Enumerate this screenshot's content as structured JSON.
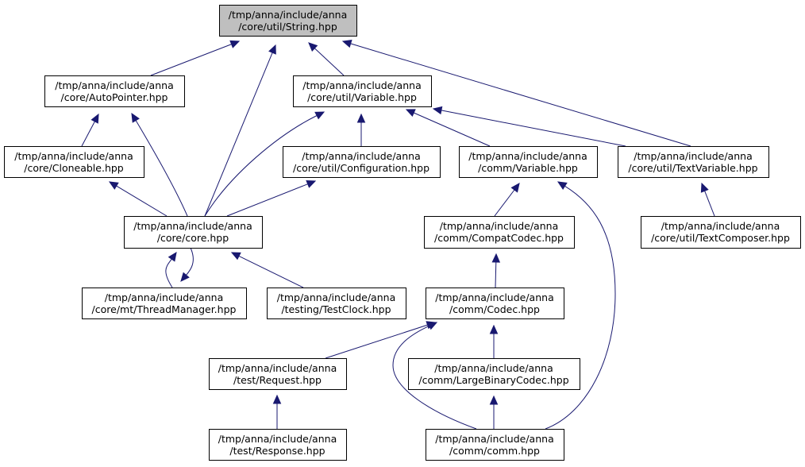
{
  "diagram": {
    "root": "string",
    "nodes": [
      {
        "id": "string",
        "line1": "/tmp/anna/include/anna",
        "line2": "/core/util/String.hpp"
      },
      {
        "id": "autopointer",
        "line1": "/tmp/anna/include/anna",
        "line2": "/core/AutoPointer.hpp"
      },
      {
        "id": "variable",
        "line1": "/tmp/anna/include/anna",
        "line2": "/core/util/Variable.hpp"
      },
      {
        "id": "cloneable",
        "line1": "/tmp/anna/include/anna",
        "line2": "/core/Cloneable.hpp"
      },
      {
        "id": "configuration",
        "line1": "/tmp/anna/include/anna",
        "line2": "/core/util/Configuration.hpp"
      },
      {
        "id": "commvariable",
        "line1": "/tmp/anna/include/anna",
        "line2": "/comm/Variable.hpp"
      },
      {
        "id": "textvariable",
        "line1": "/tmp/anna/include/anna",
        "line2": "/core/util/TextVariable.hpp"
      },
      {
        "id": "core",
        "line1": "/tmp/anna/include/anna",
        "line2": "/core/core.hpp"
      },
      {
        "id": "compatcodec",
        "line1": "/tmp/anna/include/anna",
        "line2": "/comm/CompatCodec.hpp"
      },
      {
        "id": "textcomposer",
        "line1": "/tmp/anna/include/anna",
        "line2": "/core/util/TextComposer.hpp"
      },
      {
        "id": "threadmanager",
        "line1": "/tmp/anna/include/anna",
        "line2": "/core/mt/ThreadManager.hpp"
      },
      {
        "id": "testclock",
        "line1": "/tmp/anna/include/anna",
        "line2": "/testing/TestClock.hpp"
      },
      {
        "id": "codec",
        "line1": "/tmp/anna/include/anna",
        "line2": "/comm/Codec.hpp"
      },
      {
        "id": "request",
        "line1": "/tmp/anna/include/anna",
        "line2": "/test/Request.hpp"
      },
      {
        "id": "largebinarycodec",
        "line1": "/tmp/anna/include/anna",
        "line2": "/comm/LargeBinaryCodec.hpp"
      },
      {
        "id": "response",
        "line1": "/tmp/anna/include/anna",
        "line2": "/test/Response.hpp"
      },
      {
        "id": "comm",
        "line1": "/tmp/anna/include/anna",
        "line2": "/comm/comm.hpp"
      }
    ],
    "edges": [
      {
        "from": "autopointer",
        "to": "string"
      },
      {
        "from": "core",
        "to": "string"
      },
      {
        "from": "variable",
        "to": "string"
      },
      {
        "from": "textvariable",
        "to": "string"
      },
      {
        "from": "cloneable",
        "to": "autopointer"
      },
      {
        "from": "core",
        "to": "autopointer"
      },
      {
        "from": "core",
        "to": "variable"
      },
      {
        "from": "configuration",
        "to": "variable"
      },
      {
        "from": "commvariable",
        "to": "variable"
      },
      {
        "from": "textvariable",
        "to": "variable"
      },
      {
        "from": "core",
        "to": "cloneable"
      },
      {
        "from": "core",
        "to": "configuration"
      },
      {
        "from": "compatcodec",
        "to": "commvariable"
      },
      {
        "from": "comm",
        "to": "commvariable"
      },
      {
        "from": "textcomposer",
        "to": "textvariable"
      },
      {
        "from": "threadmanager",
        "to": "core"
      },
      {
        "from": "core",
        "to": "threadmanager"
      },
      {
        "from": "testclock",
        "to": "core"
      },
      {
        "from": "codec",
        "to": "compatcodec"
      },
      {
        "from": "request",
        "to": "codec"
      },
      {
        "from": "largebinarycodec",
        "to": "codec"
      },
      {
        "from": "comm",
        "to": "codec"
      },
      {
        "from": "response",
        "to": "request"
      },
      {
        "from": "comm",
        "to": "largebinarycodec"
      }
    ]
  }
}
